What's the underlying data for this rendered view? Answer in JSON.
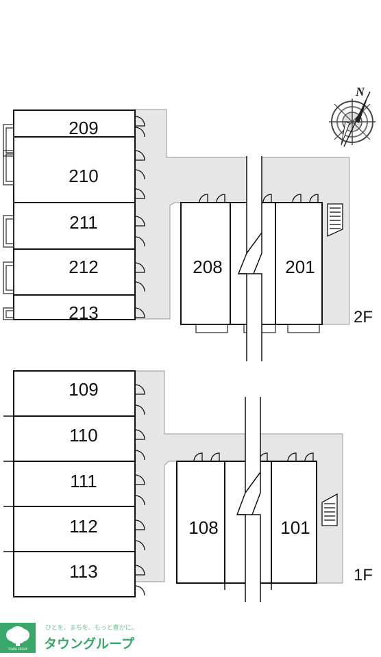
{
  "floors": {
    "second": {
      "label": "2F",
      "left_rooms": [
        "209",
        "210",
        "211",
        "212",
        "213"
      ],
      "right_rooms": [
        "208",
        "201"
      ]
    },
    "first": {
      "label": "1F",
      "left_rooms": [
        "109",
        "110",
        "111",
        "112",
        "113"
      ],
      "right_rooms": [
        "108",
        "101"
      ]
    }
  },
  "compass": {
    "north_label": "N"
  },
  "logo": {
    "tagline": "ひとを、まちを、もっと豊かに。",
    "brand": "タウングループ",
    "mark_text": "TOWN GROUP"
  },
  "colors": {
    "corridor": "#e6e6e6",
    "outline": "#111111",
    "logo_green": "#3aa86a"
  }
}
